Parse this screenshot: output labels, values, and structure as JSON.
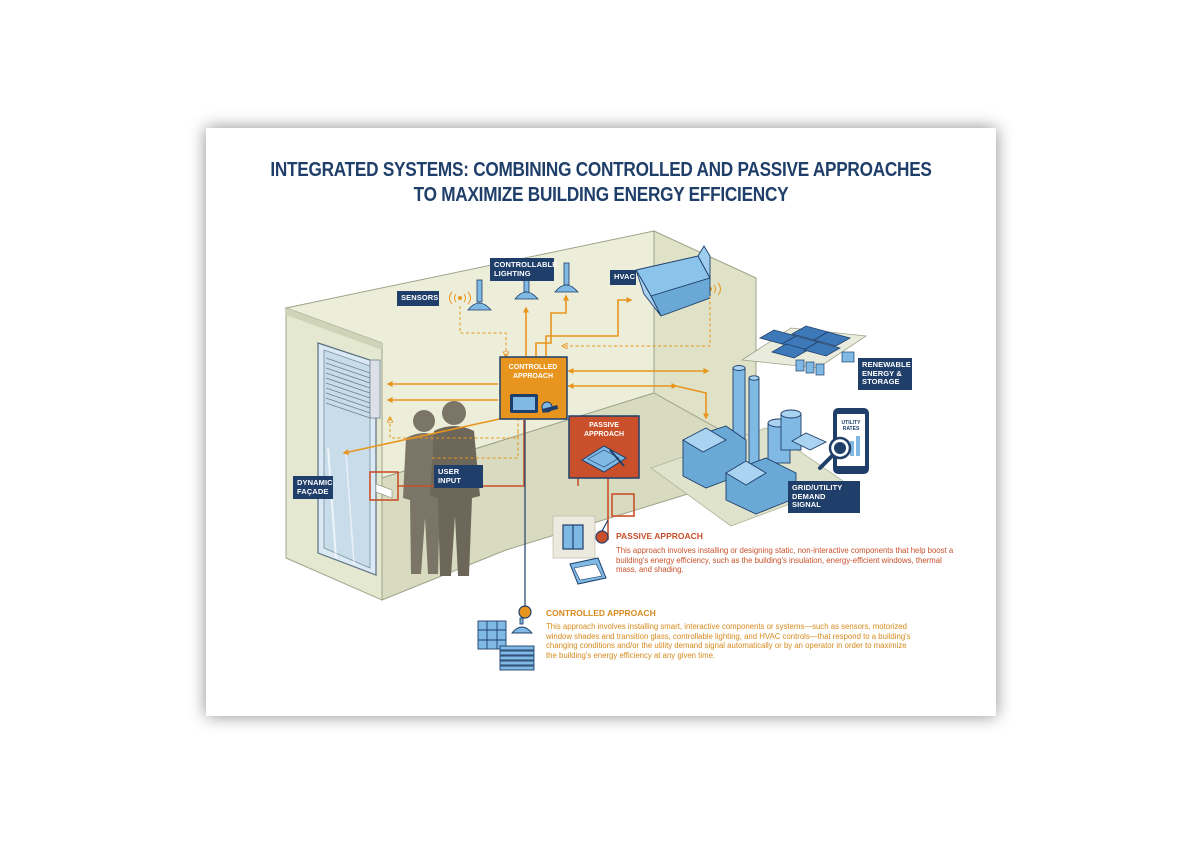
{
  "title": {
    "line1": "INTEGRATED SYSTEMS: COMBINING CONTROLLED AND PASSIVE APPROACHES",
    "line2": "TO MAXIMIZE BUILDING ENERGY EFFICIENCY"
  },
  "labels": {
    "controllable_lighting_1": "CONTROLLABLE",
    "controllable_lighting_2": "LIGHTING",
    "sensors": "SENSORS",
    "hvac": "HVAC",
    "controlled_approach_1": "CONTROLLED",
    "controlled_approach_2": "APPROACH",
    "passive_approach_1": "PASSIVE",
    "passive_approach_2": "APPROACH",
    "renewable_1": "RENEWABLE",
    "renewable_2": "ENERGY &",
    "renewable_3": "STORAGE",
    "grid_1": "GRID/UTILITY",
    "grid_2": "DEMAND SIGNAL",
    "dynamic_1": "DYNAMIC",
    "dynamic_2": "FAÇADE",
    "user_input": "USER INPUT",
    "utility_rates_1": "UTILITY",
    "utility_rates_2": "RATES"
  },
  "callouts": {
    "passive": {
      "heading": "PASSIVE APPROACH",
      "body": "This approach involves installing or designing static, non-interactive components that help boost a building's energy efficiency, such as the building's insulation, energy-efficient windows, thermal mass, and shading."
    },
    "controlled": {
      "heading": "CONTROLLED APPROACH",
      "body": "This approach involves installing smart, interactive components or systems—such as sensors, motorized window shades and transition glass, controllable lighting, and HVAC controls—that respond to a building's changing conditions and/or the utility demand signal automatically or by an operator in order to maximize the building's energy efficiency at any given time."
    }
  },
  "colors": {
    "navy": "#1f3f6a",
    "orange": "#e8951f",
    "orange_text": "#d78a1c",
    "passive_red": "#c9502a",
    "wall": "#e6e9d4",
    "floor": "#d9dcc2",
    "blue_equipment": "#7fb9e4",
    "people": "#7b7567"
  },
  "icons": [
    "light-fixture-icon",
    "sensor-icon",
    "hvac-duct-icon",
    "solar-panel-icon",
    "battery-icon",
    "factory-icon",
    "phone-icon",
    "magnifier-icon",
    "window-icon",
    "shade-icon",
    "tablet-icon",
    "blueprint-icon",
    "people-icon"
  ]
}
